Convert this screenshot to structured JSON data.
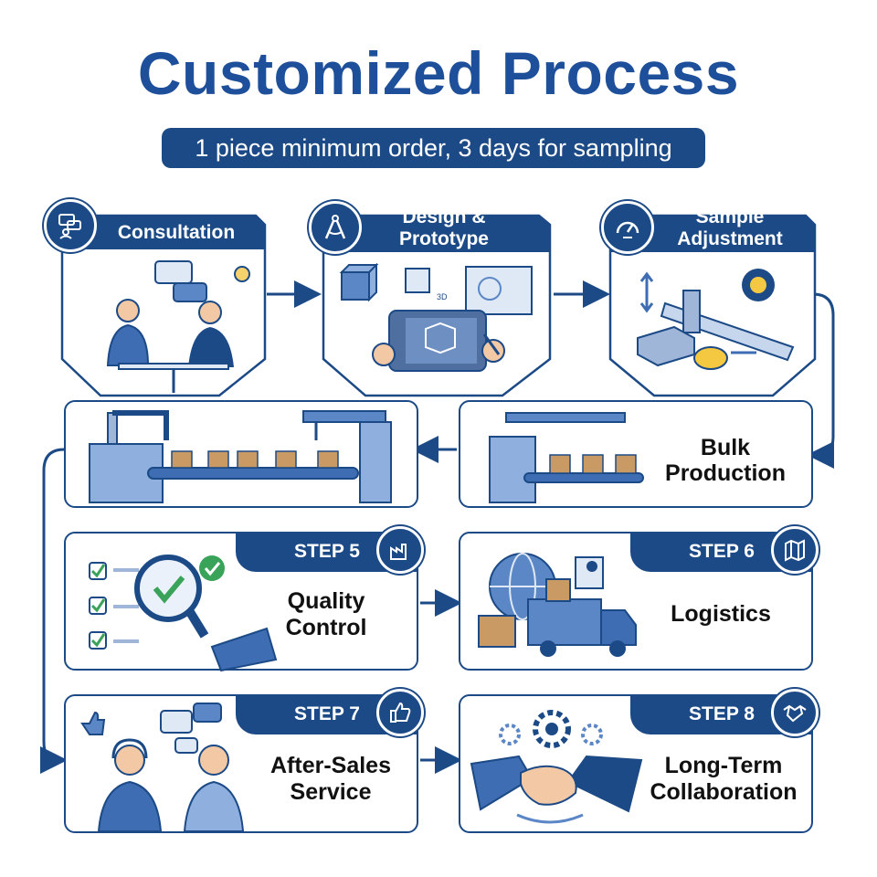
{
  "header": {
    "title": "Customized Process",
    "subtitle": "1 piece minimum order, 3 days for sampling"
  },
  "steps": [
    {
      "label": "Consultation",
      "icon": "chat-icon"
    },
    {
      "label_line1": "Design &",
      "label_line2": "Prototype",
      "icon": "compass-icon"
    },
    {
      "label_line1": "Sample",
      "label_line2": "Adjustment",
      "icon": "gauge-icon"
    },
    {
      "label_line1": "Bulk",
      "label_line2": "Production",
      "icon": "factory-icon"
    },
    {
      "step": "STEP 5",
      "label_line1": "Quality",
      "label_line2": "Control",
      "icon": "factory-icon"
    },
    {
      "step": "STEP 6",
      "label": "Logistics",
      "icon": "map-icon"
    },
    {
      "step": "STEP 7",
      "label_line1": "After-Sales",
      "label_line2": "Service",
      "icon": "thumbs-up-icon"
    },
    {
      "step": "STEP 8",
      "label_line1": "Long-Term",
      "label_line2": "Collaboration",
      "icon": "handshake-icon"
    }
  ],
  "illustration_texts": {
    "cube_3d": "3D"
  },
  "colors": {
    "primary": "#1c4a86",
    "title": "#1d4f9a",
    "accent_light": "#5b87c7",
    "box": "#c99a63",
    "check": "#3aa35a"
  }
}
